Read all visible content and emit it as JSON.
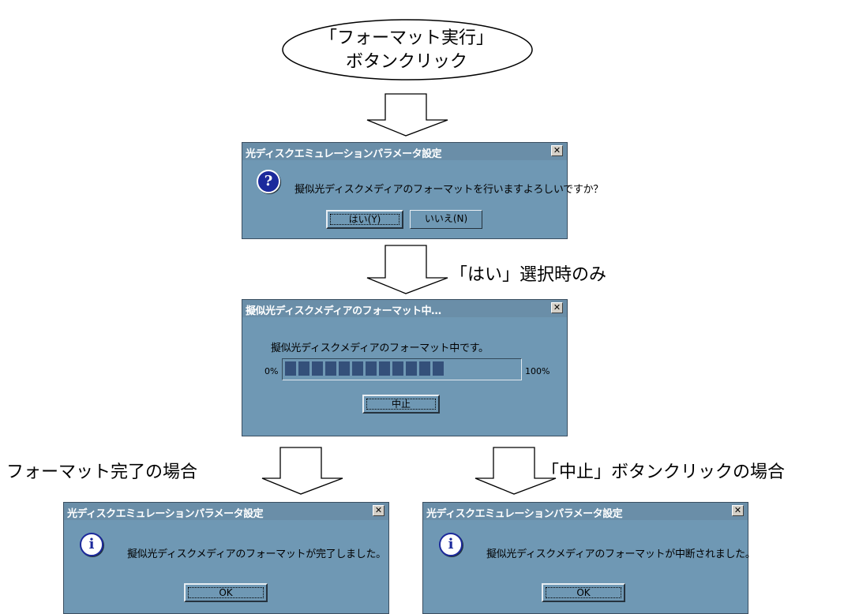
{
  "start": {
    "line1": "「フォーマット実行」",
    "line2": "ボタンクリック"
  },
  "arrow2_label": "「はい」選択時のみ",
  "left_branch_label": "フォーマット完了の場合",
  "right_branch_label": "「中止」ボタンクリックの場合",
  "confirm_dialog": {
    "title": "光ディスクエミュレーションパラメータ設定",
    "close": "✕",
    "icon": "question-icon",
    "message": "擬似光ディスクメディアのフォーマットを行いますよろしいですか？",
    "yes_label": "はい(Y)",
    "no_label": "いいえ(N)"
  },
  "progress_dialog": {
    "title": "擬似光ディスクメディアのフォーマット中…",
    "close": "✕",
    "message": "擬似光ディスクメディアのフォーマット中です。",
    "min_label": "0%",
    "max_label": "100%",
    "progress": 0.69,
    "cancel_label": "中止"
  },
  "complete_dialog": {
    "title": "光ディスクエミュレーションパラメータ設定",
    "close": "✕",
    "icon": "info-icon",
    "message": "擬似光ディスクメディアのフォーマットが完了しました。",
    "ok_label": "OK"
  },
  "aborted_dialog": {
    "title": "光ディスクエミュレーションパラメータ設定",
    "close": "✕",
    "icon": "info-icon",
    "message": "擬似光ディスクメディアのフォーマットが中断されました。",
    "ok_label": "OK"
  },
  "colors": {
    "dialog_bg": "#6f98b4",
    "titlebar": "#6a8ea8",
    "progress": "#34507a"
  }
}
